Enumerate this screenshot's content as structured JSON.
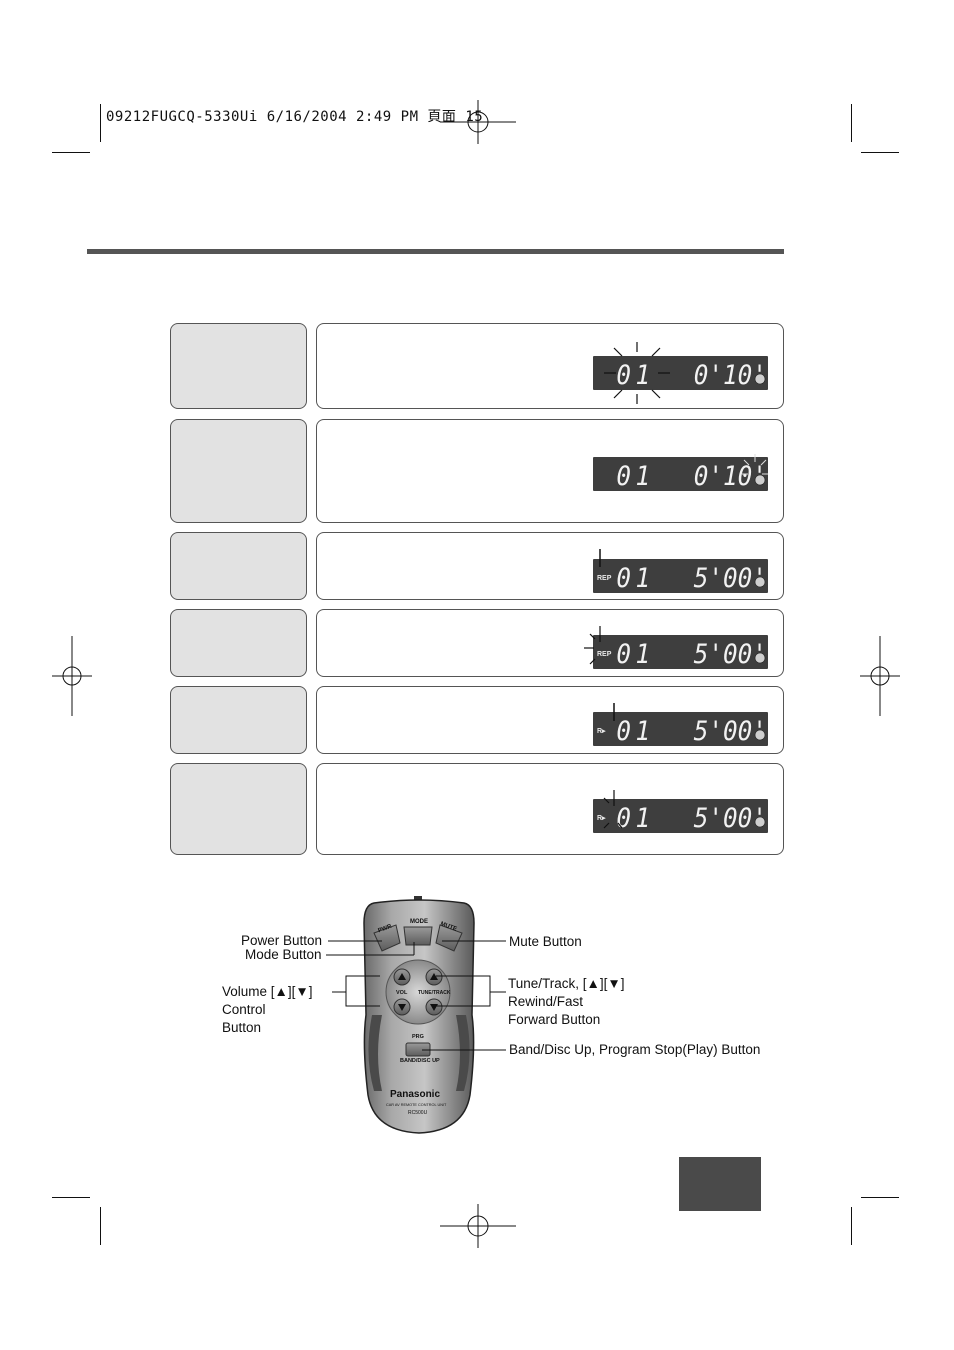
{
  "header": {
    "slug": "09212FUGCQ-5330Ui 6/16/2004 2:49 PM 頁面 15"
  },
  "rows": [
    {
      "lcd": {
        "left": "01",
        "right": "0'10'",
        "flag": "",
        "blink": "track"
      }
    },
    {
      "lcd": {
        "left": "01",
        "right": "0'10'",
        "flag": "",
        "blink": "end"
      }
    },
    {
      "lcd": {
        "left": "01",
        "right": "5'00'",
        "flag": "REP",
        "blink": ""
      }
    },
    {
      "lcd": {
        "left": "01",
        "right": "5'00'",
        "flag": "REP",
        "blink": "flag"
      }
    },
    {
      "lcd": {
        "left": "01",
        "right": "5'00'",
        "flag": "R▸",
        "blink": ""
      }
    },
    {
      "lcd": {
        "left": "01",
        "right": "5'00'",
        "flag": "R▸",
        "blink": "flag"
      }
    }
  ],
  "remote": {
    "buttons": {
      "pwr": "PWR",
      "mode": "MODE",
      "mute": "MUTE",
      "vol": "VOL",
      "tune": "TUNE/TRACK",
      "prg": "PRG",
      "band": "BAND/DISC UP"
    },
    "brand": "Panasonic",
    "model_line": "CAR AV REMOTE CONTROL UNIT",
    "model": "RC500U",
    "labels": {
      "power": "Power Button",
      "mode": "Mode Button",
      "volume_1": "Volume [▲][▼]",
      "volume_2": "Control",
      "volume_3": "Button",
      "mute": "Mute Button",
      "tune_1": "Tune/Track, [▲][▼]",
      "tune_2": "Rewind/Fast",
      "tune_3": "Forward Button",
      "band": "Band/Disc Up, Program Stop(Play) Button"
    }
  },
  "colors": {
    "lcd_bg": "#3e3e3e",
    "label_box": "#e2e2e2",
    "page_tab": "#4a4a4a"
  }
}
